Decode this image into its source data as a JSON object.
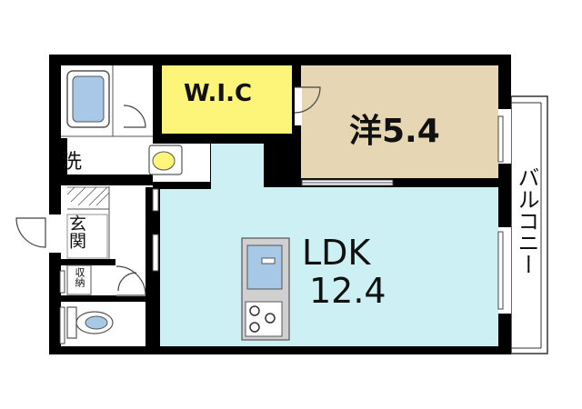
{
  "floorplan": {
    "rooms": {
      "wic": {
        "label": "W.I.C",
        "color": "#fdf47a"
      },
      "western": {
        "label": "洋5.4",
        "color": "#e7d6b4"
      },
      "ldk": {
        "label_line1": "LDK",
        "label_line2": "12.4",
        "color": "#cdf0f5"
      },
      "balcony": {
        "label": "バルコニー"
      },
      "washroom": {
        "label": "洗"
      },
      "entrance": {
        "label": "玄関"
      },
      "storage": {
        "label": "収納"
      }
    },
    "colors": {
      "wall": "#000000",
      "utility_floor": "#ffffff",
      "fixture_stroke": "#555555",
      "fixture_fill": "#a8c8e8",
      "kitchen_counter": "#d0d0d0"
    }
  }
}
